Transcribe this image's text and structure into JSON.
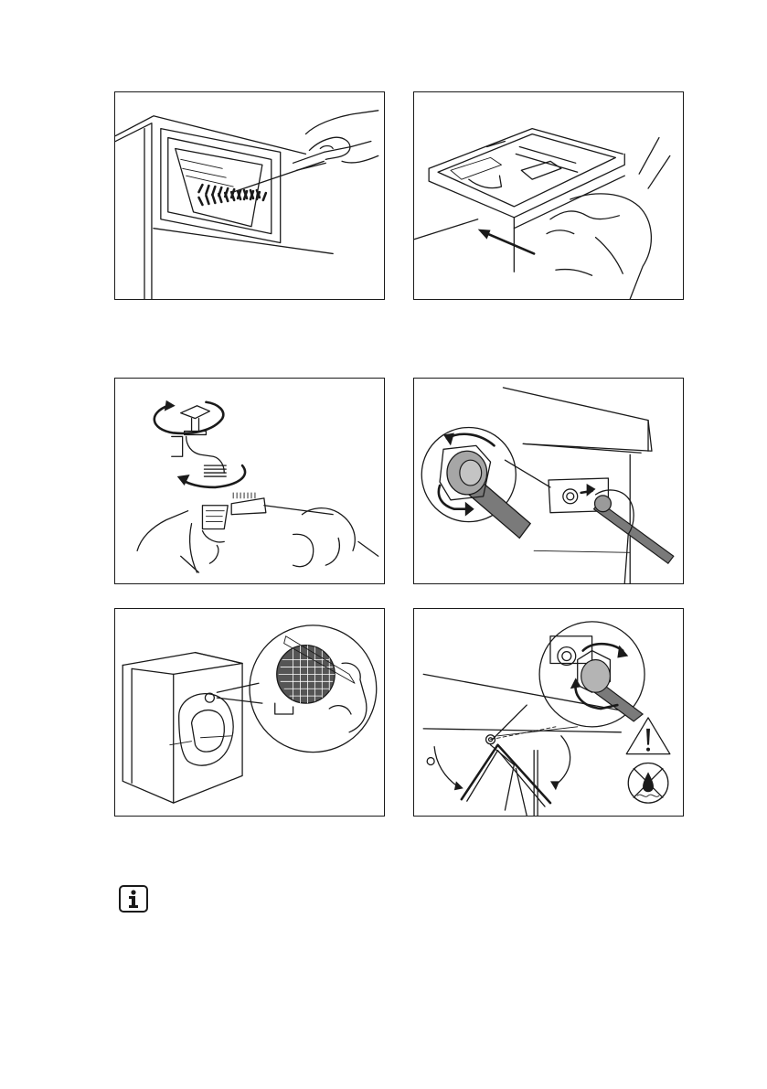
{
  "figures": [
    {
      "name": "clean-detergent-dispenser"
    },
    {
      "name": "reinsert-dispenser-drawer"
    },
    {
      "name": "clean-tap-filter"
    },
    {
      "name": "unscrew-inlet-hose-filter"
    },
    {
      "name": "clean-rear-inlet-filter"
    },
    {
      "name": "reconnect-inlet-hose"
    }
  ],
  "info_note": {
    "icon": "info-icon"
  },
  "colors": {
    "line": "#1a1a1a",
    "hose": "#7a7a7a",
    "filter": "#555555"
  }
}
